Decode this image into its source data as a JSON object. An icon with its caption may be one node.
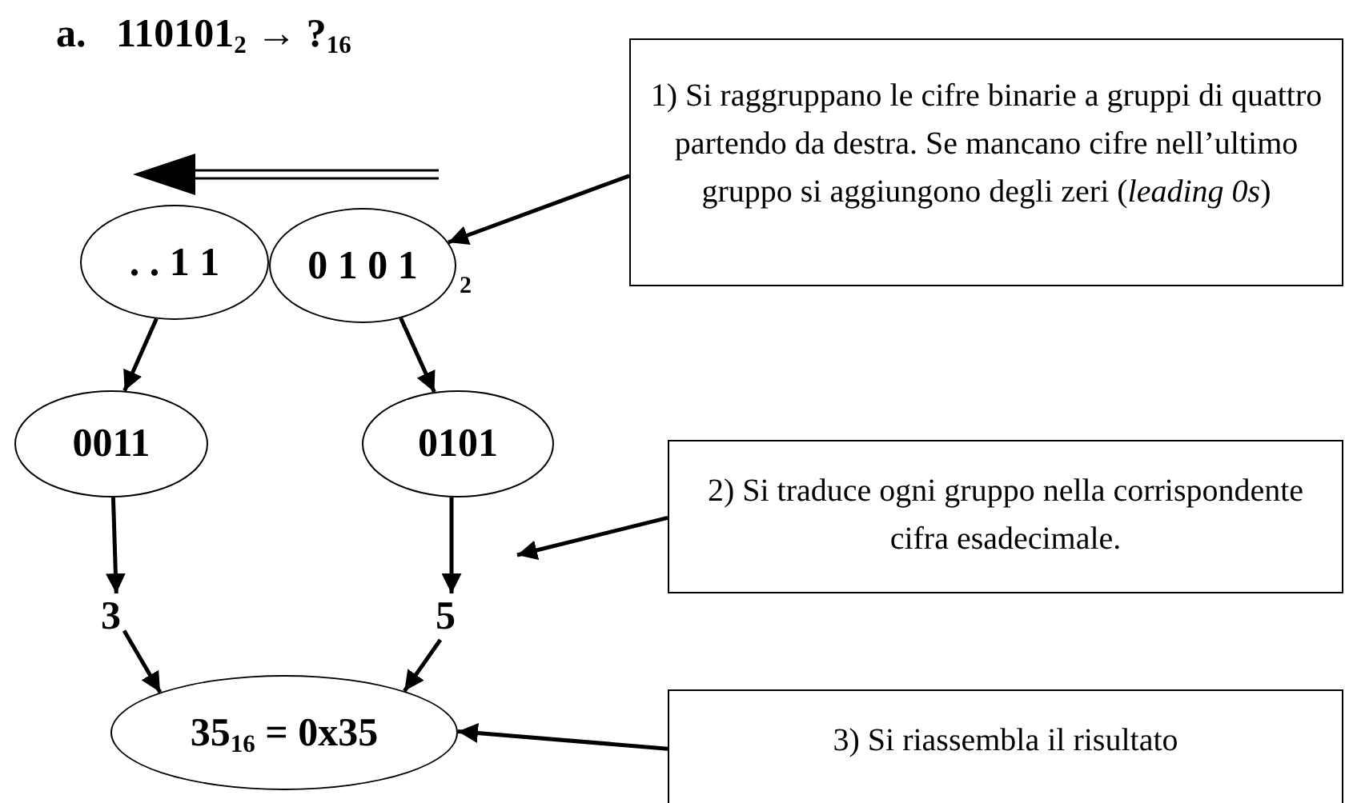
{
  "diagram": {
    "title": "a.   110101$_{2}$ → ?$_{16}$",
    "nodes": [
      {
        "text": [
          ". . 1 1"
        ]
      },
      {
        "text": [
          "0 1 0 1"
        ],
        "beside": [
          "2"
        ]
      },
      {
        "text": [
          "1) Si raggruppano le cifre binarie a gruppi di quattro partendo da destra. Se mancano cifre nell’ultimo gruppo si aggiungono degli zeri (*leading 0s*)"
        ]
      },
      {
        "text": [
          "0011"
        ]
      },
      {
        "text": [
          "0101"
        ]
      },
      {
        "text": [
          "2) Si traduce ogni gruppo nella corrispondente cifra esadecimale."
        ]
      },
      {
        "text": [
          "3"
        ]
      },
      {
        "text": [
          "5"
        ]
      },
      {
        "text": [
          "35$_{16}$ = 0x35"
        ]
      },
      {
        "text": [
          "3) Si riassembla il risultato"
        ]
      }
    ],
    "edges": [
      {
        "from": 2,
        "to": 1,
        "arrow": "to"
      },
      {
        "from": 0,
        "to": 3,
        "arrow": "to"
      },
      {
        "from": 1,
        "to": 4,
        "arrow": "to"
      },
      {
        "from": 3,
        "to": 6,
        "arrow": "to"
      },
      {
        "from": 4,
        "to": 7,
        "arrow": "to"
      },
      {
        "from": 5,
        "to": null,
        "arrow": "to"
      },
      {
        "from": 6,
        "to": 8,
        "arrow": "to"
      },
      {
        "from": 7,
        "to": 8,
        "arrow": "to"
      },
      {
        "from": 9,
        "to": 8,
        "arrow": "to"
      }
    ]
  }
}
